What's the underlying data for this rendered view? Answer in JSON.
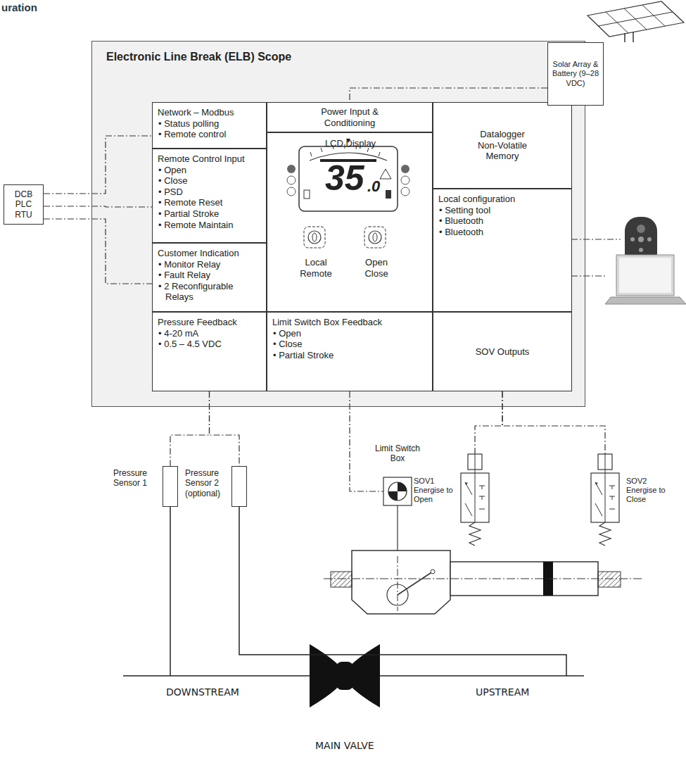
{
  "diagram": {
    "title": "uration",
    "nodes": [
      {
        "text": [
          "Electronic Line Break (ELB) Scope"
        ]
      },
      {
        "text": [
          "Network – Modbus",
          "• Status polling",
          "• Remote control"
        ],
        "in": 0
      },
      {
        "text": [
          "Remote Control Input",
          "• Open",
          "• Close",
          "• PSD",
          "• Remote Reset",
          "• Partial Stroke",
          "• Remote Maintain"
        ],
        "in": 0
      },
      {
        "text": [
          "Customer Indication",
          "• Monitor Relay",
          "• Fault Relay",
          "• 2 Reconfigurable Relays"
        ],
        "in": 0
      },
      {
        "text": [
          "Pressure Feedback",
          "• 4-20 mA",
          "• 0.5 – 4.5 VDC"
        ],
        "in": 0
      },
      {
        "text": [
          "Power Input & Conditioning"
        ],
        "in": 0
      },
      {
        "text": [
          "LCD Display",
          "Local Remote",
          "Open Close"
        ],
        "in": 0
      },
      {
        "text": [
          "Limit Switch Box Feedback",
          "• Open",
          "• Close",
          "• Partial Stroke"
        ],
        "in": 0
      },
      {
        "text": [
          "Datalogger Non-Volatile Memory"
        ],
        "in": 0
      },
      {
        "text": [
          "Local configuration",
          "• Setting tool",
          "• Bluetooth",
          "• Bluetooth"
        ],
        "in": 0
      },
      {
        "text": [
          "SOV Outputs"
        ],
        "in": 0
      },
      {
        "text": [
          "Solar Array & Battery (9–28 VDC)"
        ]
      },
      {
        "text": [
          "DCB",
          "PLC",
          "RTU"
        ]
      },
      {
        "text": [
          "Pressure Sensor 1"
        ]
      },
      {
        "text": [
          "Pressure Sensor 2 (optional)"
        ]
      },
      {
        "text": [
          "Limit Switch Box"
        ]
      },
      {
        "text": [
          "SOV1 Energise to Open"
        ]
      },
      {
        "text": [
          "SOV2 Energise to Close"
        ]
      }
    ],
    "edges": [
      {
        "from": 11,
        "to": 5,
        "arrow": "none"
      },
      {
        "from": 12,
        "to": 1,
        "arrow": "none"
      },
      {
        "from": 12,
        "to": 2,
        "arrow": "none"
      },
      {
        "from": 12,
        "to": 3,
        "arrow": "none"
      },
      {
        "from": 4,
        "to": 13,
        "arrow": "none"
      },
      {
        "from": 4,
        "to": 14,
        "arrow": "none"
      },
      {
        "from": 7,
        "to": 15,
        "arrow": "none"
      },
      {
        "from": 10,
        "to": 16,
        "arrow": "none"
      },
      {
        "from": 10,
        "to": 17,
        "arrow": "none"
      }
    ],
    "labels": [
      "DOWNSTREAM",
      "UPSTREAM",
      "MAIN VALVE",
      "35",
      ".0"
    ]
  }
}
